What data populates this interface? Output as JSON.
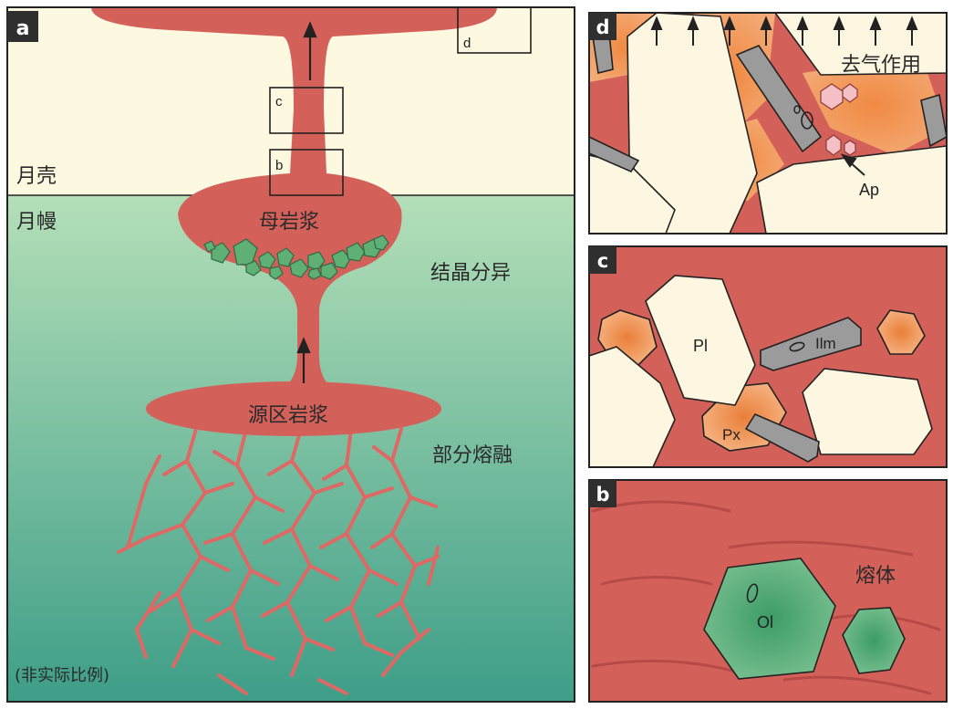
{
  "colors": {
    "crust": "#fdf8e0",
    "mantle_top": "#b4dfb8",
    "mantle_bottom": "#3e9e88",
    "magma": "#d4605a",
    "olivine": "#5fb075",
    "plagioclase": "#fdf7e2",
    "pyroxene": "#ee9b57",
    "ilmenite": "#9b9b9b",
    "apatite": "#f4c0c6"
  },
  "panel_a": {
    "letter": "a",
    "crust_label": "月壳",
    "mantle_label": "月幔",
    "parent_magma": "母岩浆",
    "fractional_crystallization": "结晶分异",
    "source_magma": "源区岩浆",
    "partial_melting": "部分熔融",
    "scale_note": "(非实际比例)",
    "inset_labels": {
      "b": "b",
      "c": "c",
      "d": "d"
    }
  },
  "panel_b": {
    "letter": "b",
    "melt_label": "熔体",
    "ol_label": "Ol"
  },
  "panel_c": {
    "letter": "c",
    "pl_label": "Pl",
    "px_label": "Px",
    "ilm_label": "Ilm"
  },
  "panel_d": {
    "letter": "d",
    "degassing_label": "去气作用",
    "ap_label": "Ap"
  }
}
